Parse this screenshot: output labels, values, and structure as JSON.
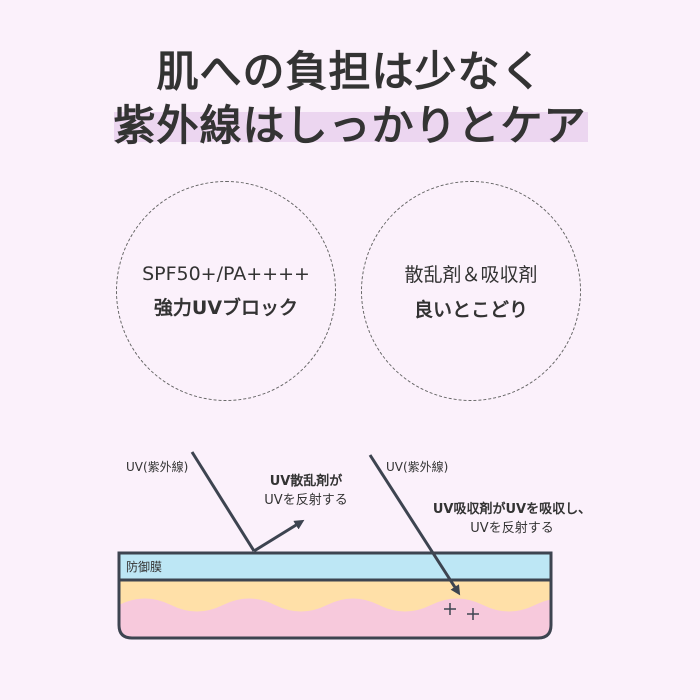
{
  "headline": {
    "line1": "肌への負担は少なく",
    "line2": "紫外線はしっかりとケア"
  },
  "circles": [
    {
      "line1": "SPF50+/PA++++",
      "line2": "強力UVブロック"
    },
    {
      "line1": "散乱剤＆吸収剤",
      "line2": "良いとこどり"
    }
  ],
  "diagram": {
    "uv_label_left": "UV(紫外線)",
    "uv_label_right": "UV(紫外線)",
    "scatter_caption_bold": "UV散乱剤が",
    "scatter_caption": "UVを反射する",
    "absorb_caption_bold1": "UV吸収剤が",
    "absorb_caption_bold2": "UV",
    "absorb_caption_bold3": "を吸収し、",
    "absorb_caption2": "UVを反射する",
    "film_label": "防御膜"
  },
  "colors": {
    "background": "#fbf1fb",
    "highlight": "#ecd6f0",
    "film": "#bde7f5",
    "skin_top": "#ffe0a8",
    "skin_bottom": "#f7c9dc",
    "outline": "#3d4450"
  }
}
